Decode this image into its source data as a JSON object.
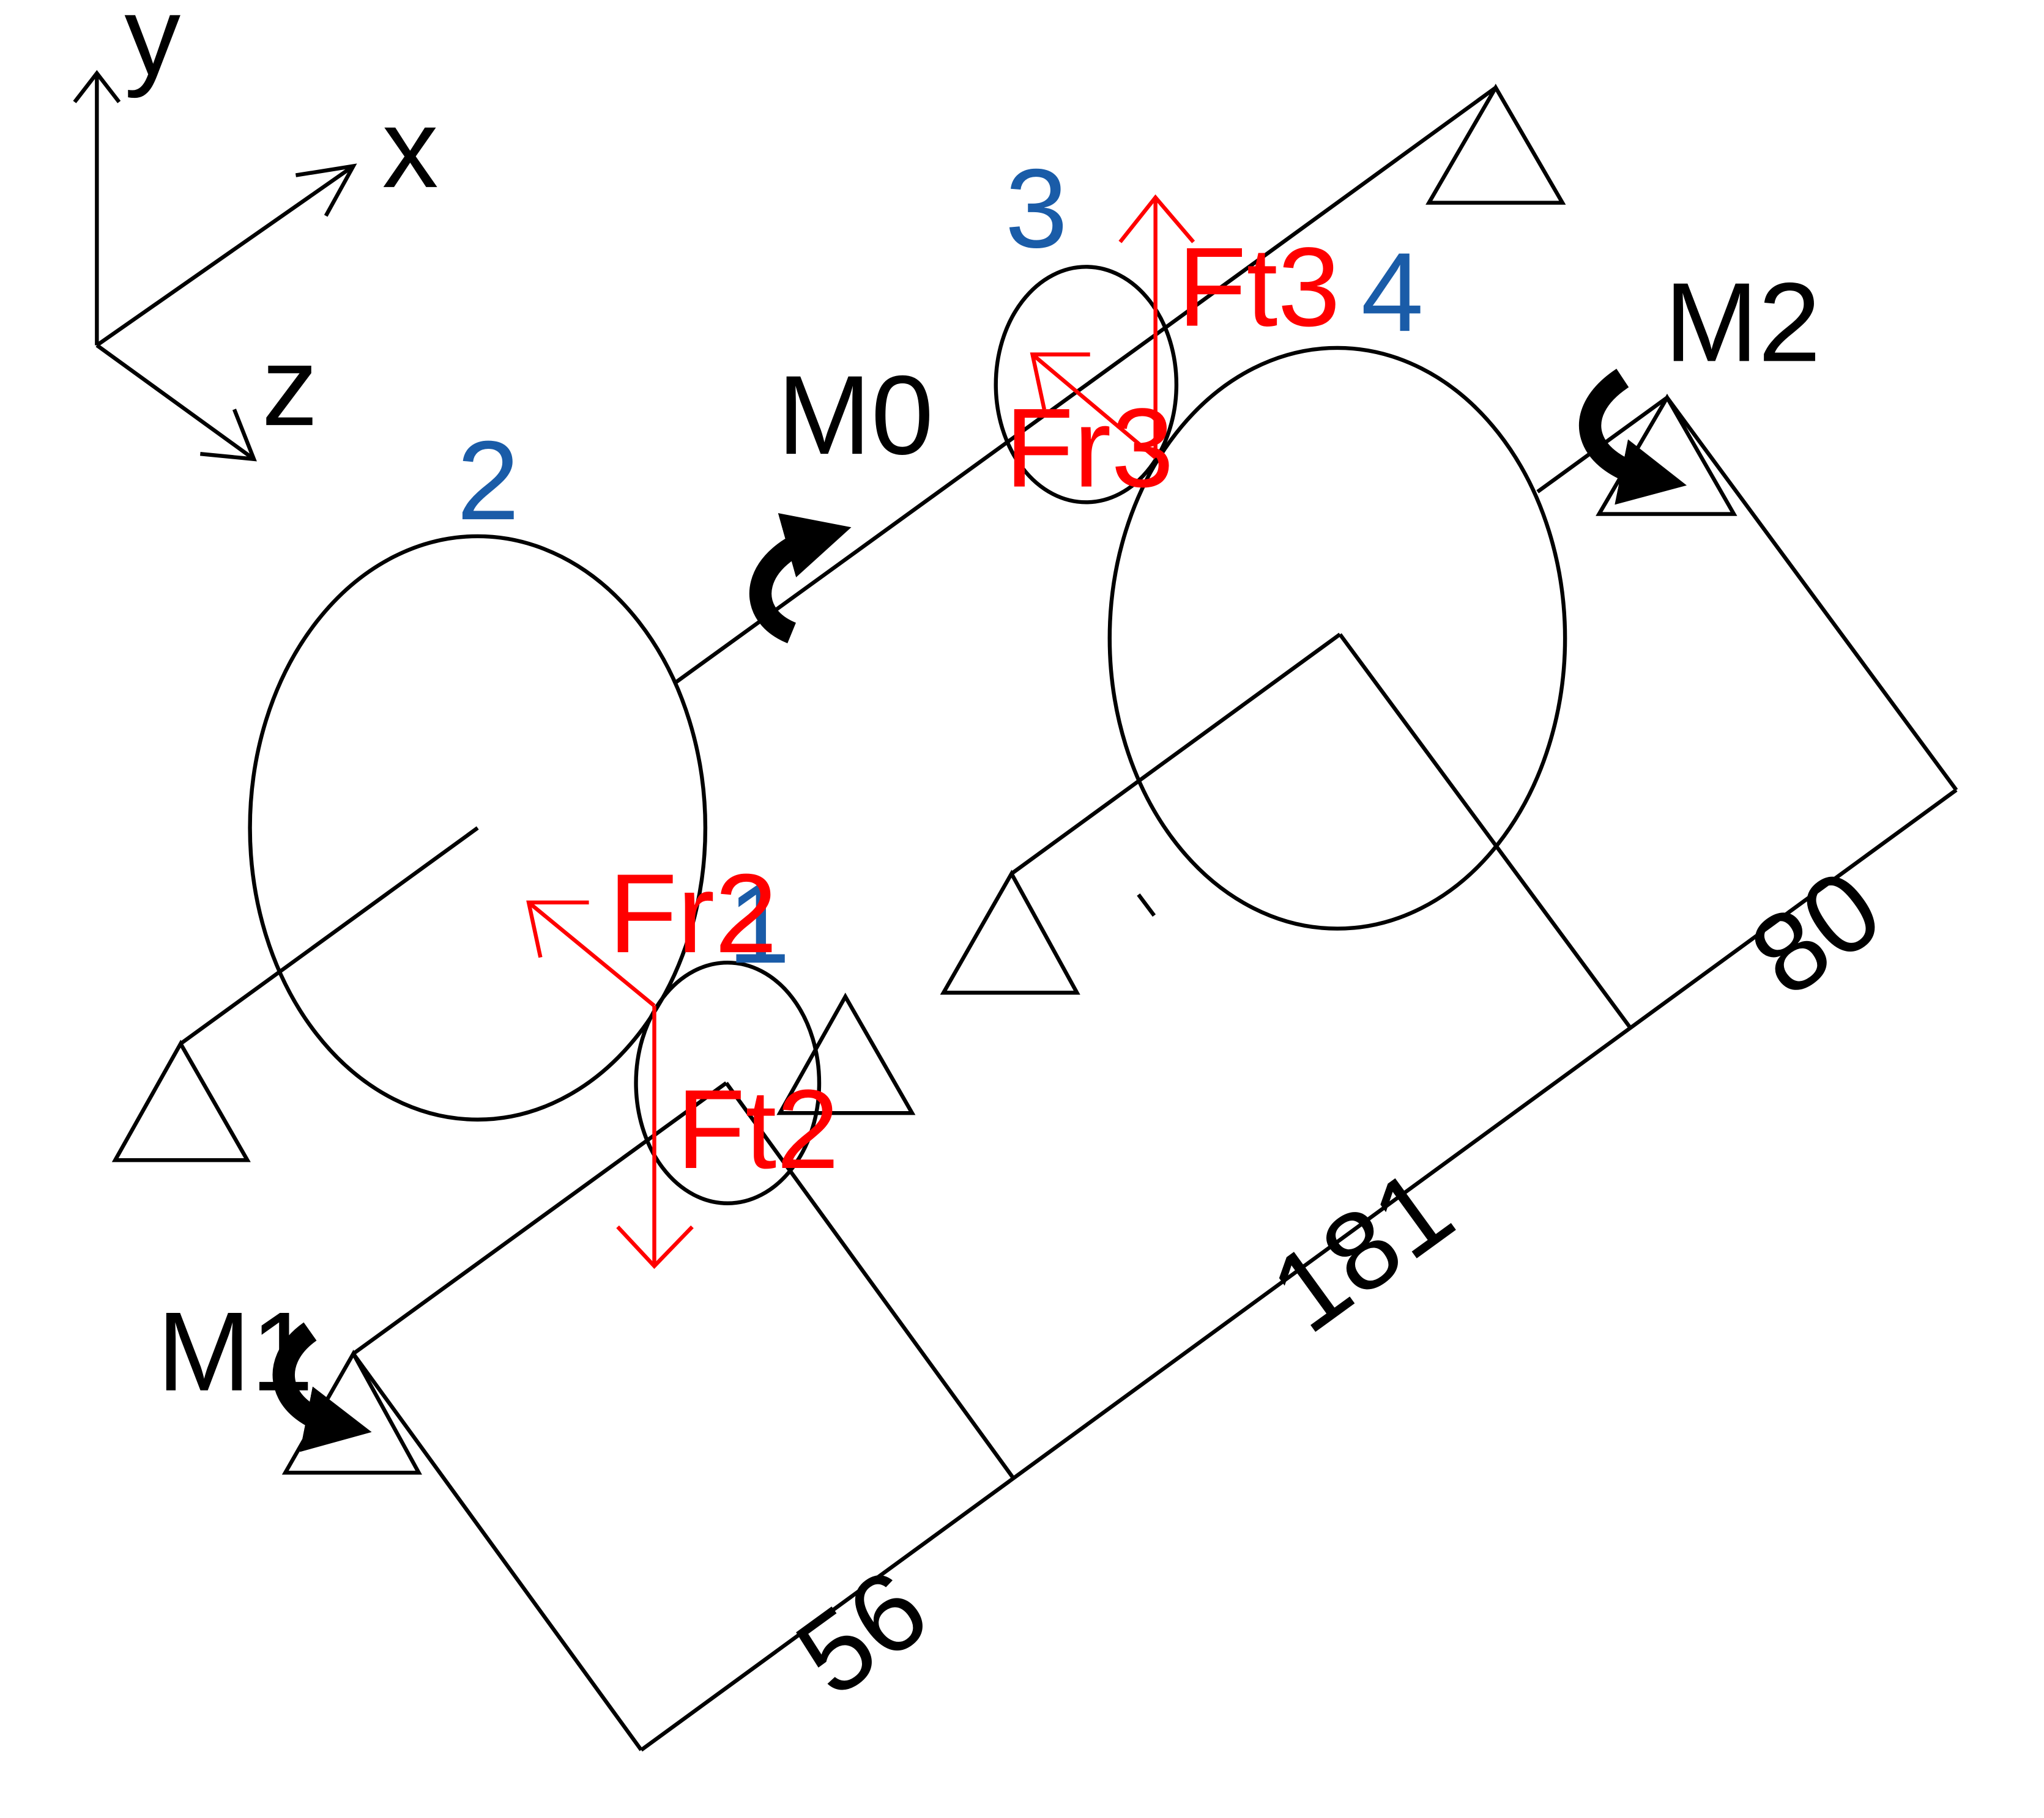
{
  "axes": {
    "y_label": "y",
    "x_label": "x",
    "z_label": "z"
  },
  "gears": [
    {
      "id": "1",
      "label": "1"
    },
    {
      "id": "2",
      "label": "2"
    },
    {
      "id": "3",
      "label": "3"
    },
    {
      "id": "4",
      "label": "4"
    }
  ],
  "forces": {
    "fr2": "Fr2",
    "ft2": "Ft2",
    "fr3": "Fr3",
    "ft3": "Ft3"
  },
  "moments": {
    "m0": "M0",
    "m1": "M1",
    "m2": "M2"
  },
  "dimensions": {
    "d1": "56",
    "d2": "181",
    "d3": "80"
  },
  "colors": {
    "lines": "#000000",
    "forces": "#ff0000",
    "gear_labels": "#1a5ca8"
  }
}
